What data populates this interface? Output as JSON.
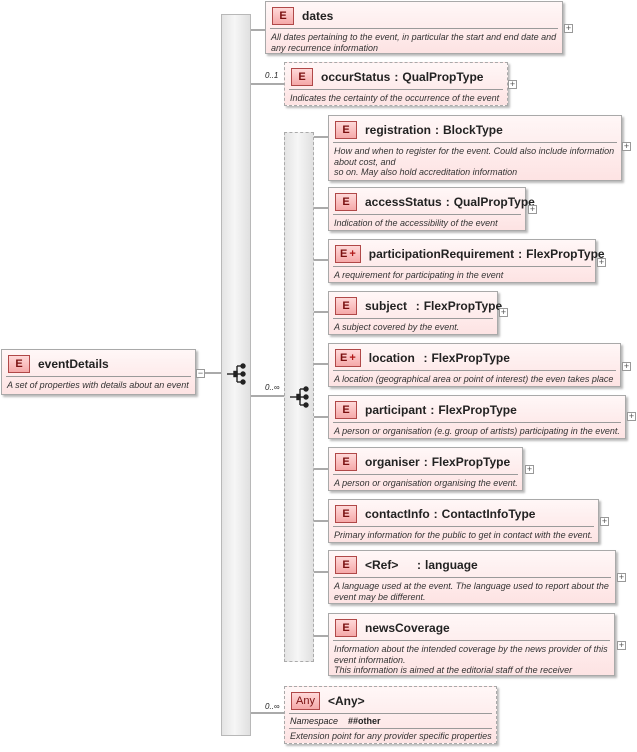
{
  "root": {
    "tag": "E",
    "name": "eventDetails",
    "description": "A set of properties with details about an event",
    "expander": "−"
  },
  "elements": [
    {
      "id": "dates",
      "tag": "E",
      "name": "dates",
      "type": "",
      "description": "All dates pertaining to the event, in particular the start and end date and\nany recurrence information",
      "expander": "+"
    },
    {
      "id": "occurStatus",
      "tag": "E",
      "name": "occurStatus",
      "type": "QualPropType",
      "cardinality": "0..1",
      "description": "Indicates the certainty of the occurrence of the event",
      "expander": "+"
    },
    {
      "id": "registration",
      "tag": "E",
      "name": "registration",
      "type": "BlockType",
      "description": "How and when to register for the event. Could also include information\nabout cost, and\nso on. May also hold accreditation information",
      "expander": "+"
    },
    {
      "id": "accessStatus",
      "tag": "E",
      "name": "accessStatus",
      "type": "QualPropType",
      "description": "Indication of the accessibility of the event",
      "expander": "+"
    },
    {
      "id": "participationRequirement",
      "tag": "E",
      "tag_plus": "+",
      "name": "participationRequirement",
      "type": "FlexPropType",
      "description": "A requirement for participating in the event",
      "expander": "+"
    },
    {
      "id": "subject",
      "tag": "E",
      "name": "subject  ",
      "type": "FlexPropType",
      "description": "A subject covered by the event.",
      "expander": "+"
    },
    {
      "id": "location",
      "tag": "E",
      "tag_plus": "+",
      "name": "location  ",
      "type": "FlexPropType",
      "description": "A location (geographical area or point of interest) the even takes place",
      "expander": "+"
    },
    {
      "id": "participant",
      "tag": "E",
      "name": "participant",
      "type": "FlexPropType",
      "description": "A person or organisation (e.g. group of artists) participating in the event.",
      "expander": "+"
    },
    {
      "id": "organiser",
      "tag": "E",
      "name": "organiser",
      "type": "FlexPropType",
      "description": "A person or organisation organising the event.",
      "expander": "+"
    },
    {
      "id": "contactInfo",
      "tag": "E",
      "name": "contactInfo",
      "type": "ContactInfoType",
      "description": "Primary information for the public to get in contact with the event.",
      "expander": "+"
    },
    {
      "id": "language",
      "tag": "E",
      "name": "<Ref>     ",
      "type": "language",
      "description": "A language used at the event. The language used to report about the\nevent may be different.",
      "expander": "+"
    },
    {
      "id": "newsCoverage",
      "tag": "E",
      "name": "newsCoverage",
      "type": "",
      "description": "Information about the intended coverage by the news provider of this\nevent information.\nThis information is aimed at the editorial staff of the receiver",
      "expander": "+"
    }
  ],
  "inner_sequence_cardinality": "0..∞",
  "any": {
    "tag": "Any",
    "name": "<Any>",
    "cardinality": "0..∞",
    "namespace_label": "Namespace",
    "namespace_value": "##other",
    "description": "Extension point for any provider specific properties"
  },
  "colors": {
    "box_top": "#fff7f7",
    "box_bottom": "#fde3e3",
    "tag_border": "#b04848",
    "line": "#555555"
  }
}
